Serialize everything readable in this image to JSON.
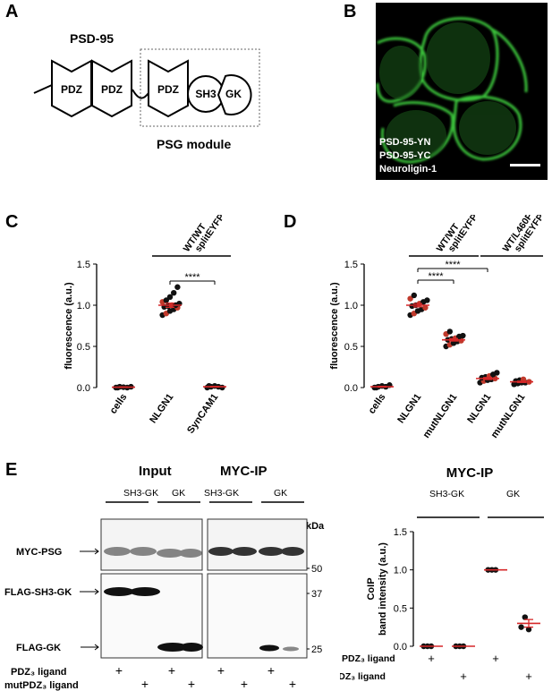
{
  "panels": {
    "a": "A",
    "b": "B",
    "c": "C",
    "d": "D",
    "e": "E"
  },
  "panelA": {
    "title": "PSD-95",
    "domains": [
      "PDZ",
      "PDZ",
      "PDZ",
      "SH3",
      "GK"
    ],
    "module_label": "PSG module"
  },
  "panelB": {
    "labels": [
      "PSD-95-YN",
      "PSD-95-YC",
      "Neuroligin-1"
    ]
  },
  "chart_data": [
    {
      "id": "C",
      "type": "scatter",
      "ylabel": "fluorescence (a.u.)",
      "ylim": [
        0,
        1.5
      ],
      "yticks": [
        "0.0",
        "0.5",
        "1.0",
        "1.5"
      ],
      "categories": [
        "cells",
        "NLGN1",
        "SynCAM1"
      ],
      "group_label": "WT/WT\nsplitEYFP",
      "significance": "****",
      "points": [
        [
          0.0,
          0.01,
          0.005,
          0.0,
          0.01,
          0.0
        ],
        [
          0.88,
          0.9,
          0.93,
          0.95,
          0.97,
          0.98,
          0.99,
          1.0,
          1.0,
          1.02,
          1.04,
          1.06,
          1.1,
          1.15,
          1.22
        ],
        [
          0.0,
          0.01,
          0.02,
          0.01,
          0.0,
          0.02
        ]
      ],
      "means": [
        0.005,
        1.0,
        0.01
      ],
      "sem": [
        0.003,
        0.025,
        0.004
      ]
    },
    {
      "id": "D",
      "type": "scatter",
      "ylabel": "fluorescence (a.u.)",
      "ylim": [
        0,
        1.5
      ],
      "yticks": [
        "0.0",
        "0.5",
        "1.0",
        "1.5"
      ],
      "categories": [
        "cells",
        "NLGN1",
        "mutNLGN1",
        "NLGN1",
        "mutNLGN1"
      ],
      "group_labels": [
        "WT/WT\nsplitEYFP",
        "WT/L460P\nsplitEYFP"
      ],
      "significance": [
        "****",
        "****"
      ],
      "points": [
        [
          0.0,
          0.01,
          0.02,
          0.01,
          0.03,
          0.0
        ],
        [
          0.88,
          0.9,
          0.93,
          0.95,
          0.97,
          0.99,
          1.0,
          1.02,
          1.04,
          1.06,
          1.08,
          1.12
        ],
        [
          0.5,
          0.52,
          0.54,
          0.56,
          0.57,
          0.58,
          0.59,
          0.6,
          0.62,
          0.63,
          0.65,
          0.68
        ],
        [
          0.06,
          0.08,
          0.09,
          0.1,
          0.11,
          0.12,
          0.13,
          0.14,
          0.16,
          0.18
        ],
        [
          0.04,
          0.05,
          0.06,
          0.06,
          0.07,
          0.08,
          0.09,
          0.1
        ]
      ],
      "means": [
        0.01,
        1.0,
        0.58,
        0.11,
        0.07
      ],
      "sem": [
        0.005,
        0.02,
        0.015,
        0.012,
        0.008
      ]
    },
    {
      "id": "E-right",
      "type": "scatter",
      "title": "MYC-IP",
      "ylabel": "CoIP\nband intensity (a.u.)",
      "ylim": [
        0,
        1.5
      ],
      "yticks": [
        "0.0",
        "0.5",
        "1.0",
        "1.5"
      ],
      "group_labels": [
        "SH3-GK",
        "GK"
      ],
      "points": [
        [
          0.0,
          0.0,
          0.0
        ],
        [
          0.0,
          0.0,
          0.0
        ],
        [
          1.0,
          1.0,
          1.0
        ],
        [
          0.25,
          0.38,
          0.22
        ]
      ],
      "means": [
        0.0,
        0.0,
        1.0,
        0.3
      ],
      "sem": [
        0,
        0,
        0,
        0.05
      ]
    }
  ],
  "panelE": {
    "input_title": "Input",
    "ip_title": "MYC-IP",
    "group_sh3gk": "SH3-GK",
    "group_gk": "GK",
    "kda": "kDa",
    "markers": [
      "50",
      "37",
      "25"
    ],
    "rows": [
      "MYC-PSG",
      "FLAG-SH3-GK",
      "FLAG-GK"
    ],
    "ligand1": "PDZ₃ ligand",
    "ligand2": "mutPDZ₃ ligand",
    "plus": "+"
  }
}
